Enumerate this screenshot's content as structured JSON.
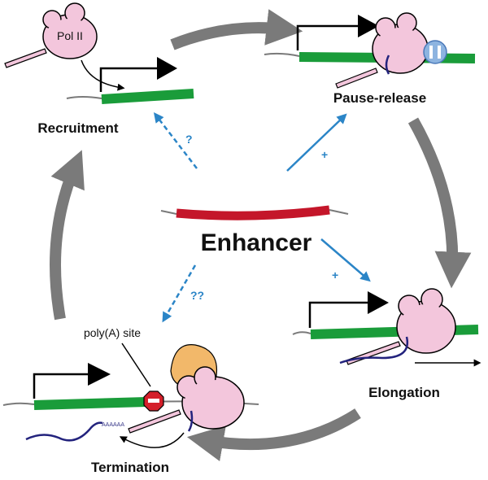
{
  "labels": {
    "enhancer": "Enhancer",
    "pol2": "Pol II",
    "recruitment": "Recruitment",
    "pause_release": "Pause-release",
    "elongation": "Elongation",
    "termination": "Termination",
    "polya_site": "poly(A) site",
    "polya_tail": "AAAAAA",
    "q_recruitment": "?",
    "q_termination": "??",
    "plus_pause": "+",
    "plus_elong": "+"
  },
  "colors": {
    "gene": "#1a9c3a",
    "enhancer": "#c4162a",
    "polymerase": "#f3c6dc",
    "cycle_arrow": "#7a7a7a",
    "influence_arrow": "#2b85c7",
    "rna": "#23237d",
    "pause_badge": "#8db4e0",
    "termination_factor": "#f2b86a",
    "stop_sign": "#d41f2a"
  }
}
